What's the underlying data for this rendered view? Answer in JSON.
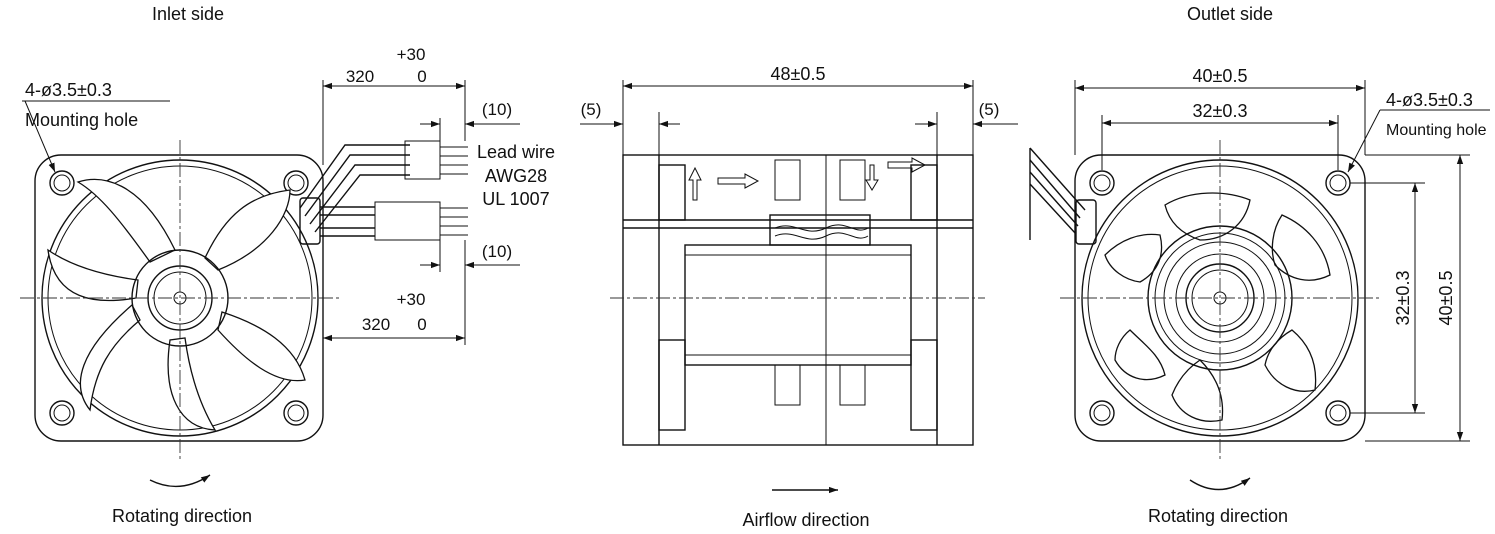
{
  "views": {
    "inlet": {
      "title": "Inlet side",
      "footer": "Rotating direction",
      "hole_spec": "4-ø3.5±0.3",
      "hole_label": "Mounting hole",
      "lead_top": "320",
      "lead_top_tol_plus": "+30",
      "lead_top_tol_minus": "0",
      "lead_bottom": "320",
      "lead_bottom_tol_plus": "+30",
      "lead_bottom_tol_minus": "0",
      "strip_top": "(10)",
      "strip_bottom": "(10)",
      "wire_line1": "Lead wire",
      "wire_line2": "AWG28",
      "wire_line3": "UL 1007"
    },
    "side": {
      "footer": "Airflow direction",
      "depth": "48±0.5",
      "flange_left": "(5)",
      "flange_right": "(5)"
    },
    "outlet": {
      "title": "Outlet side",
      "footer": "Rotating direction",
      "width_outer": "40±0.5",
      "width_pitch": "32±0.3",
      "height_pitch": "32±0.3",
      "height_outer": "40±0.5",
      "hole_spec": "4-ø3.5±0.3",
      "hole_label": "Mounting hole"
    }
  }
}
